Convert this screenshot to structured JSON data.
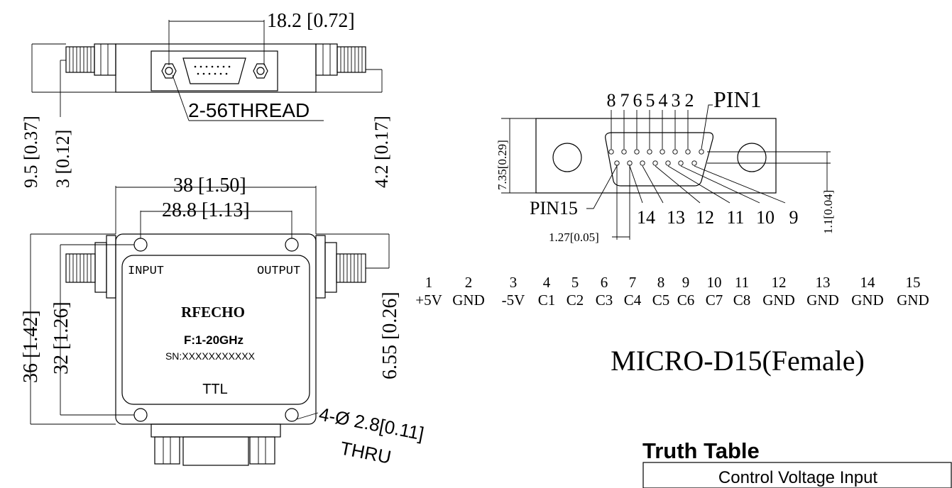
{
  "top_view": {
    "dim_width": "18.2 [0.72]",
    "thread_label": "2-56THREAD",
    "dim_height": "9.5 [0.37]",
    "dim_left_offset": "3 [0.12]",
    "dim_right_offset": "4.2 [0.17]"
  },
  "front_view": {
    "dim_width": "38 [1.50]",
    "dim_hole_spacing": "28.8 [1.13]",
    "dim_height": "36 [1.42]",
    "dim_hole_height": "32 [1.26]",
    "dim_port_offset": "6.55 [0.26]",
    "input_label": "INPUT",
    "output_label": "OUTPUT",
    "brand": "RFECHO",
    "freq": "F:1-20GHz",
    "serial": "SN:XXXXXXXXXXX",
    "control": "TTL",
    "hole_callout_line1": "4-Ø 2.8[0.11]",
    "hole_callout_line2": "THRU"
  },
  "connector_view": {
    "pin1_label": "PIN1",
    "pin15_label": "PIN15",
    "top_pin_numbers": [
      "8",
      "7",
      "6",
      "5",
      "4",
      "3",
      "2"
    ],
    "bottom_pin_numbers": [
      "14",
      "13",
      "12",
      "11",
      "10",
      "9"
    ],
    "dim_height": "7.35[0.29]",
    "dim_row_offset": "1.1[0.04]",
    "dim_pitch": "1.27[0.05]"
  },
  "pinout": [
    {
      "pin": "1",
      "signal": "+5V"
    },
    {
      "pin": "2",
      "signal": "GND"
    },
    {
      "pin": "3",
      "signal": "-5V"
    },
    {
      "pin": "4",
      "signal": "C1"
    },
    {
      "pin": "5",
      "signal": "C2"
    },
    {
      "pin": "6",
      "signal": "C3"
    },
    {
      "pin": "7",
      "signal": "C4"
    },
    {
      "pin": "8",
      "signal": "C5"
    },
    {
      "pin": "9",
      "signal": "C6"
    },
    {
      "pin": "10",
      "signal": "C7"
    },
    {
      "pin": "11",
      "signal": "C8"
    },
    {
      "pin": "12",
      "signal": "GND"
    },
    {
      "pin": "13",
      "signal": "GND"
    },
    {
      "pin": "14",
      "signal": "GND"
    },
    {
      "pin": "15",
      "signal": "GND"
    }
  ],
  "connector_title": "MICRO-D15(Female)",
  "truth_table": {
    "title": "Truth Table",
    "header": "Control  Voltage Input"
  }
}
